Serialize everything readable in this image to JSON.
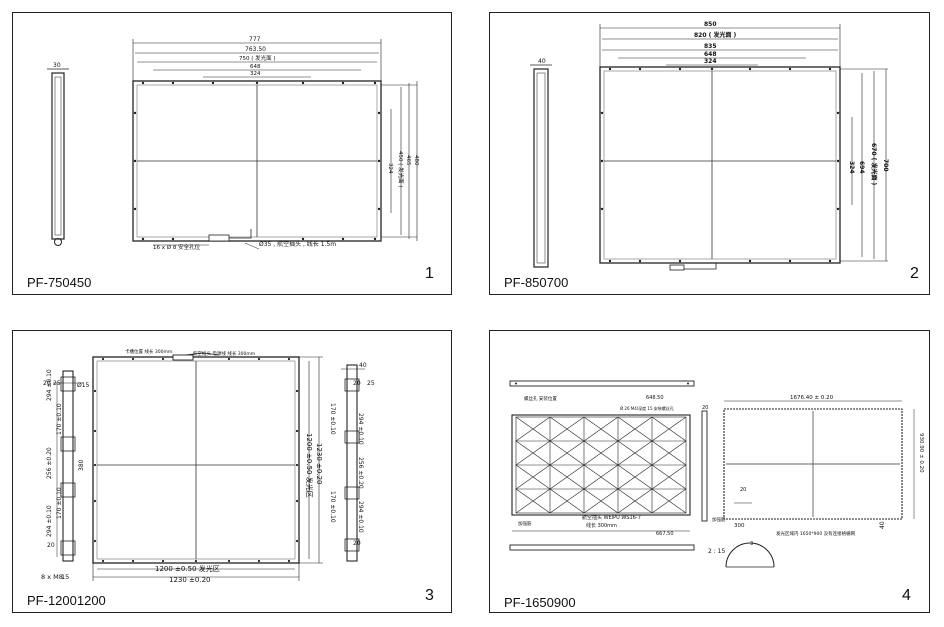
{
  "panels": [
    {
      "model": "PF-750450",
      "number": "1",
      "dims": {
        "d777": "777",
        "d763": "763.50",
        "d750": "750 ( 发光面 )",
        "d648": "648",
        "d324": "324",
        "side_w": "30",
        "h324": "324",
        "h450": "450 ( 发光面 )",
        "h465": "465",
        "h480": "480",
        "screw_note": "16 x Ø 8 安全孔位",
        "cable_note": "Ø35 , 航空插头 , 线长 1.5m"
      }
    },
    {
      "model": "PF-850700",
      "number": "2",
      "dims": {
        "d850": "850",
        "d820": "820 ( 发光面 )",
        "d835": "835",
        "d648": "648",
        "d324": "324",
        "side_w": "40",
        "h324": "324",
        "h694": "694",
        "h670": "670 ( 发光面 )",
        "h700": "700"
      }
    },
    {
      "model": "PF-12001200",
      "number": "3",
      "dims": {
        "top_note1": "卡槽位置 线长 300mm",
        "top_note2": "航空插头 电源线 线长 300mm",
        "bottom1": "1200 ±0.50 发光区",
        "bottom2": "1230 ±0.20",
        "right1": "1200 ±0.50 发光区",
        "right2": "1230 ±0.20",
        "side_w": "40",
        "left_labels": [
          "20",
          "25",
          "Ø15",
          "294 ±0.10",
          "170 ±0.10",
          "256 ±0.20",
          "380",
          "170 ±0.10",
          "294 ±0.10",
          "20",
          "8 x M8",
          "15"
        ],
        "right_labels": [
          "20",
          "25",
          "170 ±0.10",
          "294 ±0.10",
          "256 ±0.20",
          "170 ±0.10",
          "294 ±0.10",
          "20"
        ]
      }
    },
    {
      "model": "PF-1650900",
      "number": "4",
      "dims": {
        "d1676": "1676.40 ± 0.20",
        "h930": "930.90 ± 0.20",
        "d648": "648.50",
        "note_top": "螺丝孔 安装位置",
        "note_spec": "Ø 26 M4/深度 15 安装螺丝孔",
        "note_cable": "航空插头 WEIPU WS16-7",
        "cable_len": "线长 300mm",
        "d667": "667.50",
        "d20a": "20",
        "d20b": "20",
        "d300": "300",
        "d40": "40",
        "scale": "2 : 15",
        "tiny3": "3",
        "note_bottom": "发光区域内 1650*900 没有连接格栅网",
        "label_mount": "加强筋",
        "label_mount2": "加强筋"
      }
    }
  ]
}
